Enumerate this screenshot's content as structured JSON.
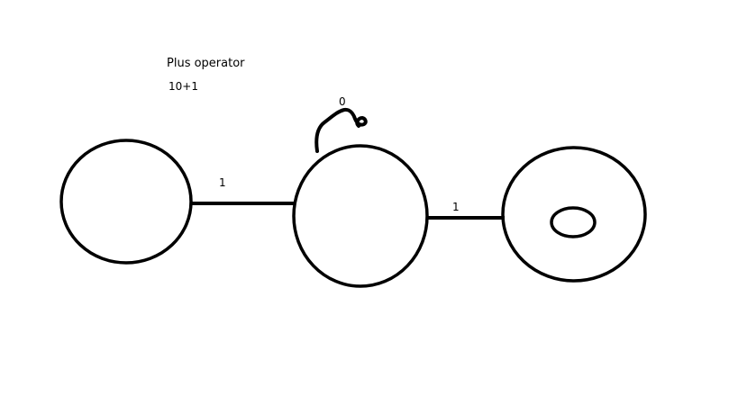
{
  "diagram": {
    "title": "Plus operator",
    "expression": "10+1",
    "states": [
      {
        "id": "state-1",
        "accepting": false
      },
      {
        "id": "state-2",
        "accepting": false
      },
      {
        "id": "state-3",
        "accepting": true
      }
    ],
    "transitions": [
      {
        "from": "state-1",
        "to": "state-2",
        "label": "1"
      },
      {
        "from": "state-2",
        "to": "state-2",
        "label": "0"
      },
      {
        "from": "state-2",
        "to": "state-3",
        "label": "1"
      }
    ],
    "colors": {
      "stroke": "#000000",
      "background": "#ffffff"
    }
  }
}
